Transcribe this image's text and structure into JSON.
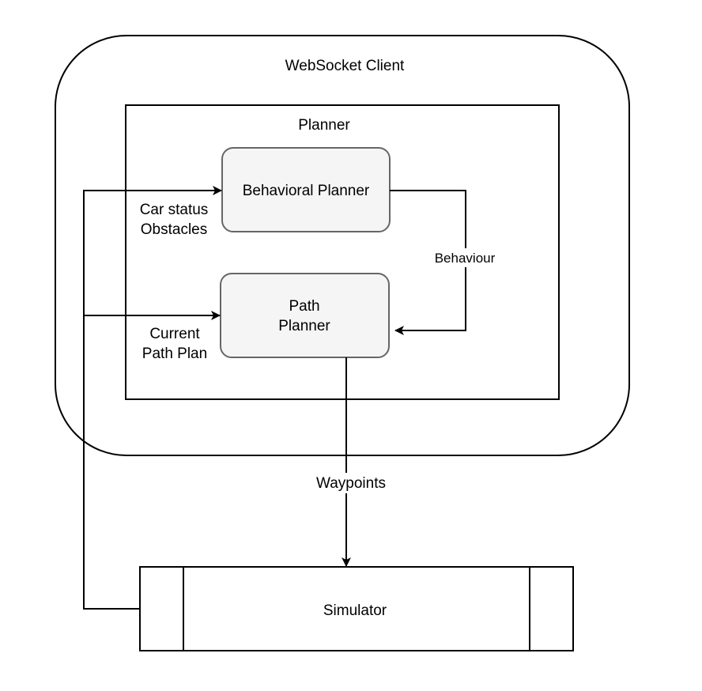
{
  "diagram": {
    "websocket_client": {
      "label": "WebSocket Client"
    },
    "planner": {
      "label": "Planner"
    },
    "behavioral_planner": {
      "label": "Behavioral Planner"
    },
    "path_planner": {
      "label_line1": "Path",
      "label_line2": "Planner"
    },
    "simulator": {
      "label": "Simulator"
    },
    "edges": {
      "car_status": {
        "line1": "Car status",
        "line2": "Obstacles"
      },
      "current_path_plan": {
        "line1": "Current",
        "line2": "Path Plan"
      },
      "behaviour": {
        "label": "Behaviour"
      },
      "waypoints": {
        "label": "Waypoints"
      }
    },
    "colors": {
      "stroke": "#000000",
      "node_fill": "#f5f5f5",
      "node_stroke": "#666666",
      "background": "#ffffff"
    }
  }
}
